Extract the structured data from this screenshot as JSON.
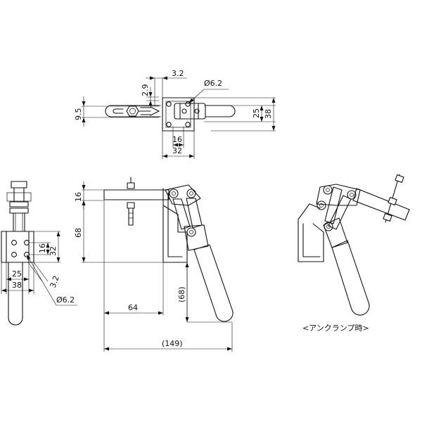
{
  "title": "",
  "top_view": {
    "dim_slot": "3.2",
    "dim_hole": "Ø6.2",
    "dim_slot_offset": "2.9",
    "dim_handle_width": "9.5",
    "dim_inner_height": "25",
    "dim_outer_height": "38",
    "dim_bolt_spacing": "16",
    "dim_base_width": "32"
  },
  "side_view": {
    "dim_spindle_height": "16",
    "dim_body_height": "68",
    "dim_reach": "64",
    "dim_handle_height": "(68)",
    "dim_overall_length": "(149)"
  },
  "end_view": {
    "dim_bolt_spacing": "16",
    "dim_base_height": "32",
    "dim_inner_width": "25",
    "dim_outer_width": "38",
    "dim_slot": "3.2",
    "dim_hole": "Ø6.2"
  },
  "unclamped_view": {
    "caption": "<アンクランプ時>"
  }
}
